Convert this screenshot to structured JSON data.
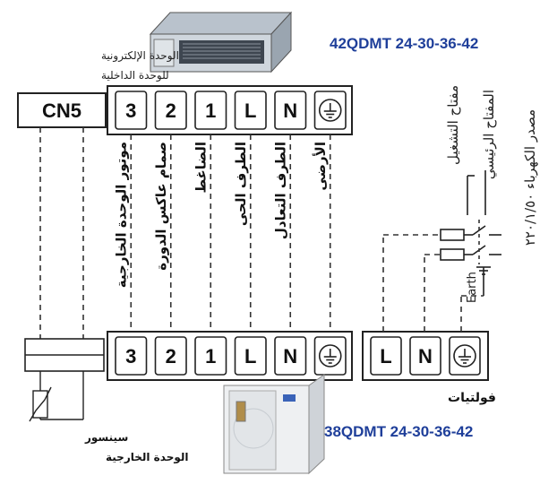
{
  "indoor": {
    "model": "42QDMT 24-30-36-42",
    "terminals": [
      "3",
      "2",
      "1",
      "L",
      "N",
      "ground-icon"
    ],
    "electronic_unit_line1": "الوحدة الإلكترونية",
    "electronic_unit_line2": "للوحدة الداخلية",
    "cn5": "CN5"
  },
  "outdoor": {
    "model": "38QDMT 24-30-36-42",
    "terminals": [
      "3",
      "2",
      "1",
      "L",
      "N",
      "ground-icon"
    ],
    "sensor_line1": "سينسور",
    "sensor_line2": "الوحدة الخارجية"
  },
  "supply": {
    "terminals": [
      "L",
      "N",
      "ground-icon"
    ],
    "voltage_label": "فولتيات",
    "earth_label": "Earth",
    "source_label": "مصدر الكهرباء ٢٢٠/١/٥٠",
    "main_switch_label": "المفتاح الرئيسي",
    "operation_switch_label": "مفتاح التشغيل"
  },
  "wire_labels": {
    "contactor": "موتور الوحدة الخارجية",
    "reversing_valve": "صمام عاكس الدورة",
    "compressor": "الضاغط",
    "live": "الطرف الحى",
    "neutral": "الطرف التعادل",
    "ground": "الأرضى"
  },
  "colors": {
    "model_text": "#1f3f9a",
    "terminal_border": "#222222",
    "dashed_wire": "#333333"
  }
}
